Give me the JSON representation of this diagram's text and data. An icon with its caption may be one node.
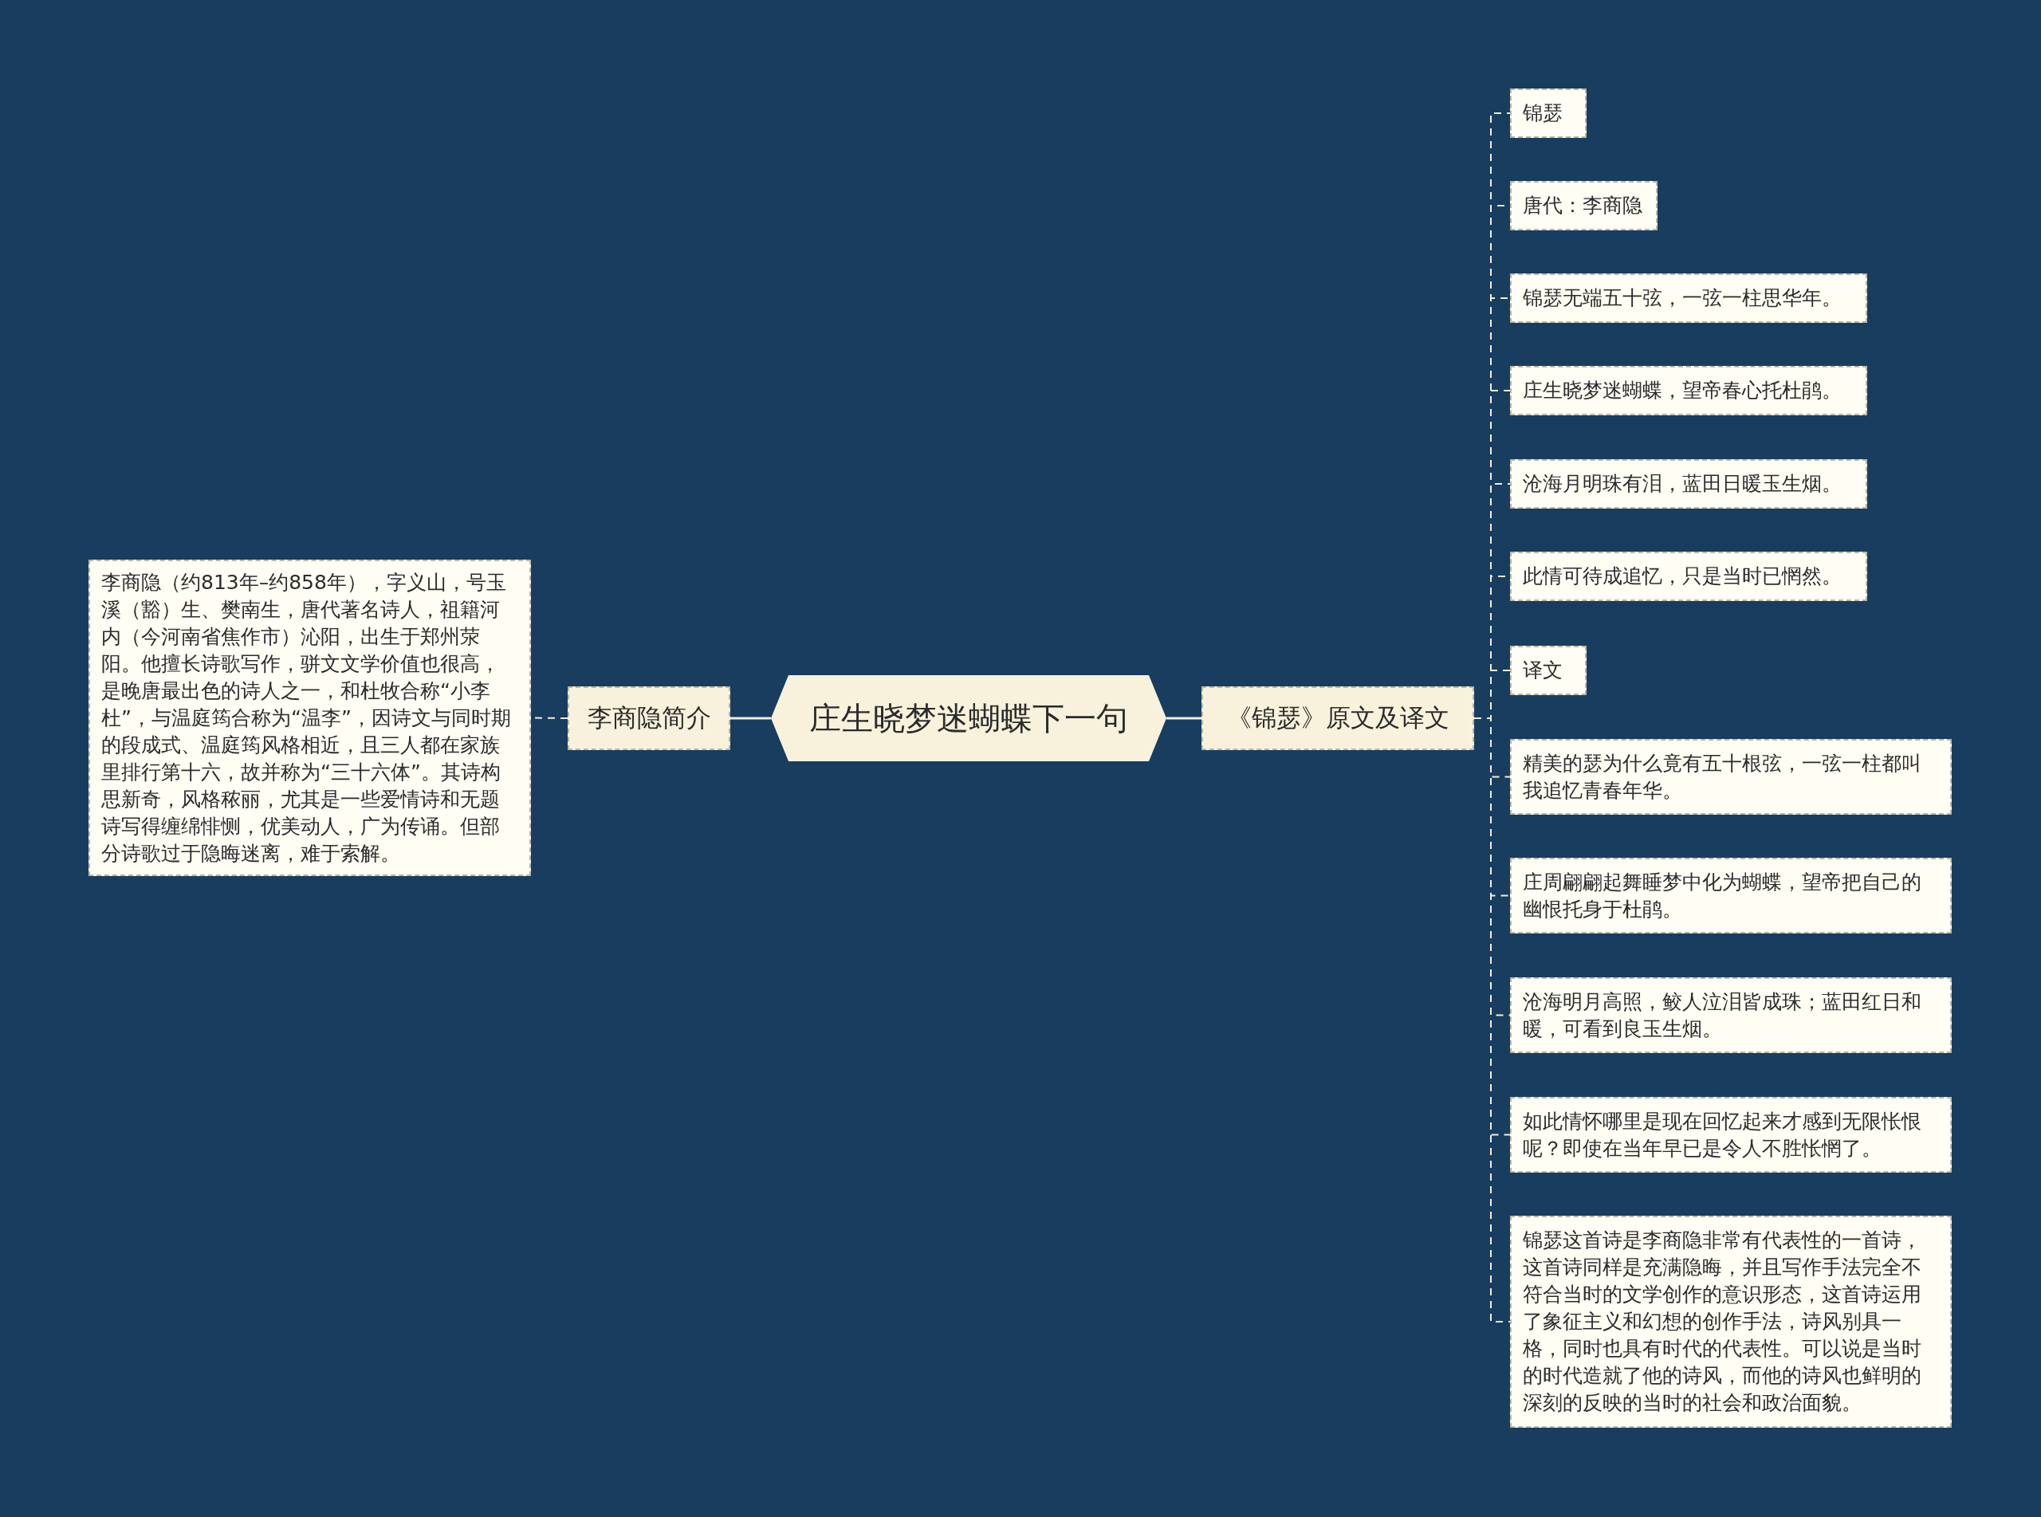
{
  "diagram": {
    "nodes": [
      {
        "text": [
          "庄生晓梦迷蝴蝶下一句"
        ]
      },
      {
        "text": [
          "李商隐简介"
        ]
      },
      {
        "text": [
          "李商隐（约813年–约858年），字义山，号玉溪（豁）生、樊南生，唐代著名诗人，祖籍河内（今河南省焦作市）沁阳，出生于郑州荥阳。他擅长诗歌写作，骈文文学价值也很高，是晚唐最出色的诗人之一，和杜牧合称“小李杜”，与温庭筠合称为“温李”，因诗文与同时期的段成式、温庭筠风格相近，且三人都在家族里排行第十六，故并称为“三十六体”。其诗构思新奇，风格秾丽，尤其是一些爱情诗和无题诗写得缠绵悱恻，优美动人，广为传诵。但部分诗歌过于隐晦迷离，难于索解。"
        ]
      },
      {
        "text": [
          "《锦瑟》原文及译文"
        ]
      },
      {
        "text": [
          "锦瑟"
        ]
      },
      {
        "text": [
          "唐代：李商隐"
        ]
      },
      {
        "text": [
          "锦瑟无端五十弦，一弦一柱思华年。"
        ]
      },
      {
        "text": [
          "庄生晓梦迷蝴蝶，望帝春心托杜鹃。"
        ]
      },
      {
        "text": [
          "沧海月明珠有泪，蓝田日暖玉生烟。"
        ]
      },
      {
        "text": [
          "此情可待成追忆，只是当时已惘然。"
        ]
      },
      {
        "text": [
          "译文"
        ]
      },
      {
        "text": [
          "精美的瑟为什么竟有五十根弦，一弦一柱都叫我追忆青春年华。"
        ]
      },
      {
        "text": [
          "庄周翩翩起舞睡梦中化为蝴蝶，望帝把自己的幽恨托身于杜鹃。"
        ]
      },
      {
        "text": [
          "沧海明月高照，鲛人泣泪皆成珠；蓝田红日和暖，可看到良玉生烟。"
        ]
      },
      {
        "text": [
          "如此情怀哪里是现在回忆起来才感到无限怅恨呢？即使在当年早已是令人不胜怅惘了。"
        ]
      },
      {
        "text": [
          "锦瑟这首诗是李商隐非常有代表性的一首诗，这首诗同样是充满隐晦，并且写作手法完全不符合当时的文学创作的意识形态，这首诗运用了象征主义和幻想的创作手法，诗风别具一格，同时也具有时代的代表性。可以说是当时的时代造就了他的诗风，而他的诗风也鲜明的深刻的反映的当时的社会和政治面貌。"
        ]
      }
    ],
    "edges": [
      {
        "from": 0,
        "to": 1,
        "arrow": "none"
      },
      {
        "from": 1,
        "to": 2,
        "arrow": "none",
        "style": "dashed"
      },
      {
        "from": 0,
        "to": 3,
        "arrow": "none"
      },
      {
        "from": 3,
        "to": 4,
        "arrow": "none",
        "style": "dashed"
      },
      {
        "from": 3,
        "to": 5,
        "arrow": "none",
        "style": "dashed"
      },
      {
        "from": 3,
        "to": 6,
        "arrow": "none",
        "style": "dashed"
      },
      {
        "from": 3,
        "to": 7,
        "arrow": "none",
        "style": "dashed"
      },
      {
        "from": 3,
        "to": 8,
        "arrow": "none",
        "style": "dashed"
      },
      {
        "from": 3,
        "to": 9,
        "arrow": "none",
        "style": "dashed"
      },
      {
        "from": 3,
        "to": 10,
        "arrow": "none",
        "style": "dashed"
      },
      {
        "from": 3,
        "to": 11,
        "arrow": "none",
        "style": "dashed"
      },
      {
        "from": 3,
        "to": 12,
        "arrow": "none",
        "style": "dashed"
      },
      {
        "from": 3,
        "to": 13,
        "arrow": "none",
        "style": "dashed"
      },
      {
        "from": 3,
        "to": 14,
        "arrow": "none",
        "style": "dashed"
      },
      {
        "from": 3,
        "to": 15,
        "arrow": "none",
        "style": "dashed"
      }
    ]
  }
}
